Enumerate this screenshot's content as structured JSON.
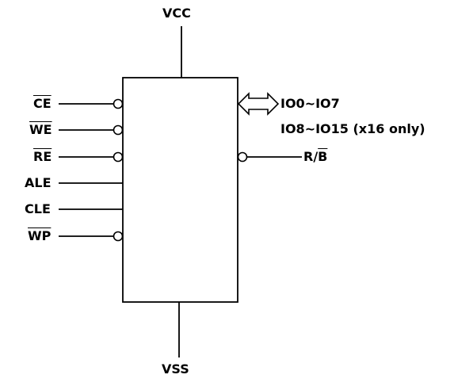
{
  "diagram": {
    "power": {
      "top": "VCC",
      "bottom": "VSS"
    },
    "left_pins": [
      {
        "name": "CE",
        "active_low": true
      },
      {
        "name": "WE",
        "active_low": true
      },
      {
        "name": "RE",
        "active_low": true
      },
      {
        "name": "ALE",
        "active_low": false
      },
      {
        "name": "CLE",
        "active_low": false
      },
      {
        "name": "WP",
        "active_low": true
      }
    ],
    "right_pins": {
      "io_low": "IO0~IO7",
      "io_high": "IO8~IO15 (x16 only)",
      "rb_prefix": "R/",
      "rb_bar": "B"
    }
  }
}
